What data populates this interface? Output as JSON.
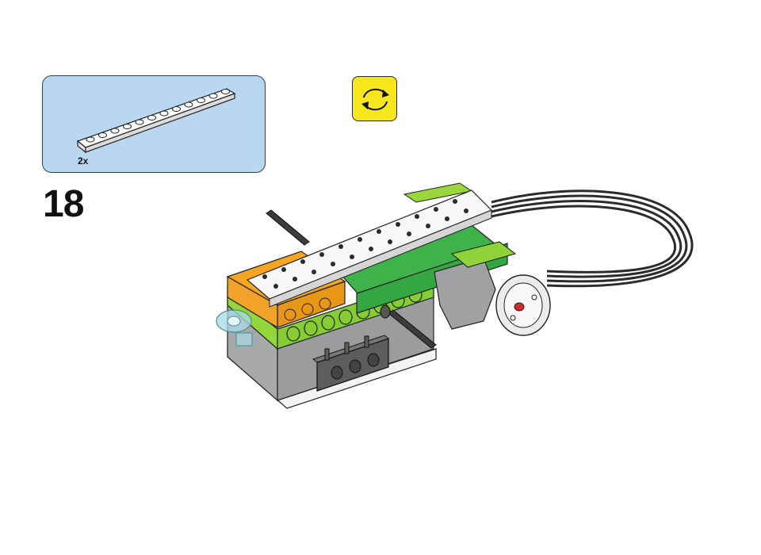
{
  "instruction_page": {
    "parts_callout": {
      "part_icon": "white-1x12-lego-plate",
      "quantity": "2x",
      "background_color": "#b9d7f1"
    },
    "step_number": "18",
    "rotate_indicator": {
      "icon": "rotate-model-arrows-icon",
      "background_color": "#f6e61c"
    },
    "model_render": {
      "description_icon": "lego-wedo-assembly",
      "colors": {
        "lime": "#8fd33b",
        "green": "#46b74a",
        "orange": "#f3a623",
        "grey": "#9ea1a3",
        "white": "#f2f2f2",
        "dark": "#3c3c3c"
      }
    }
  }
}
